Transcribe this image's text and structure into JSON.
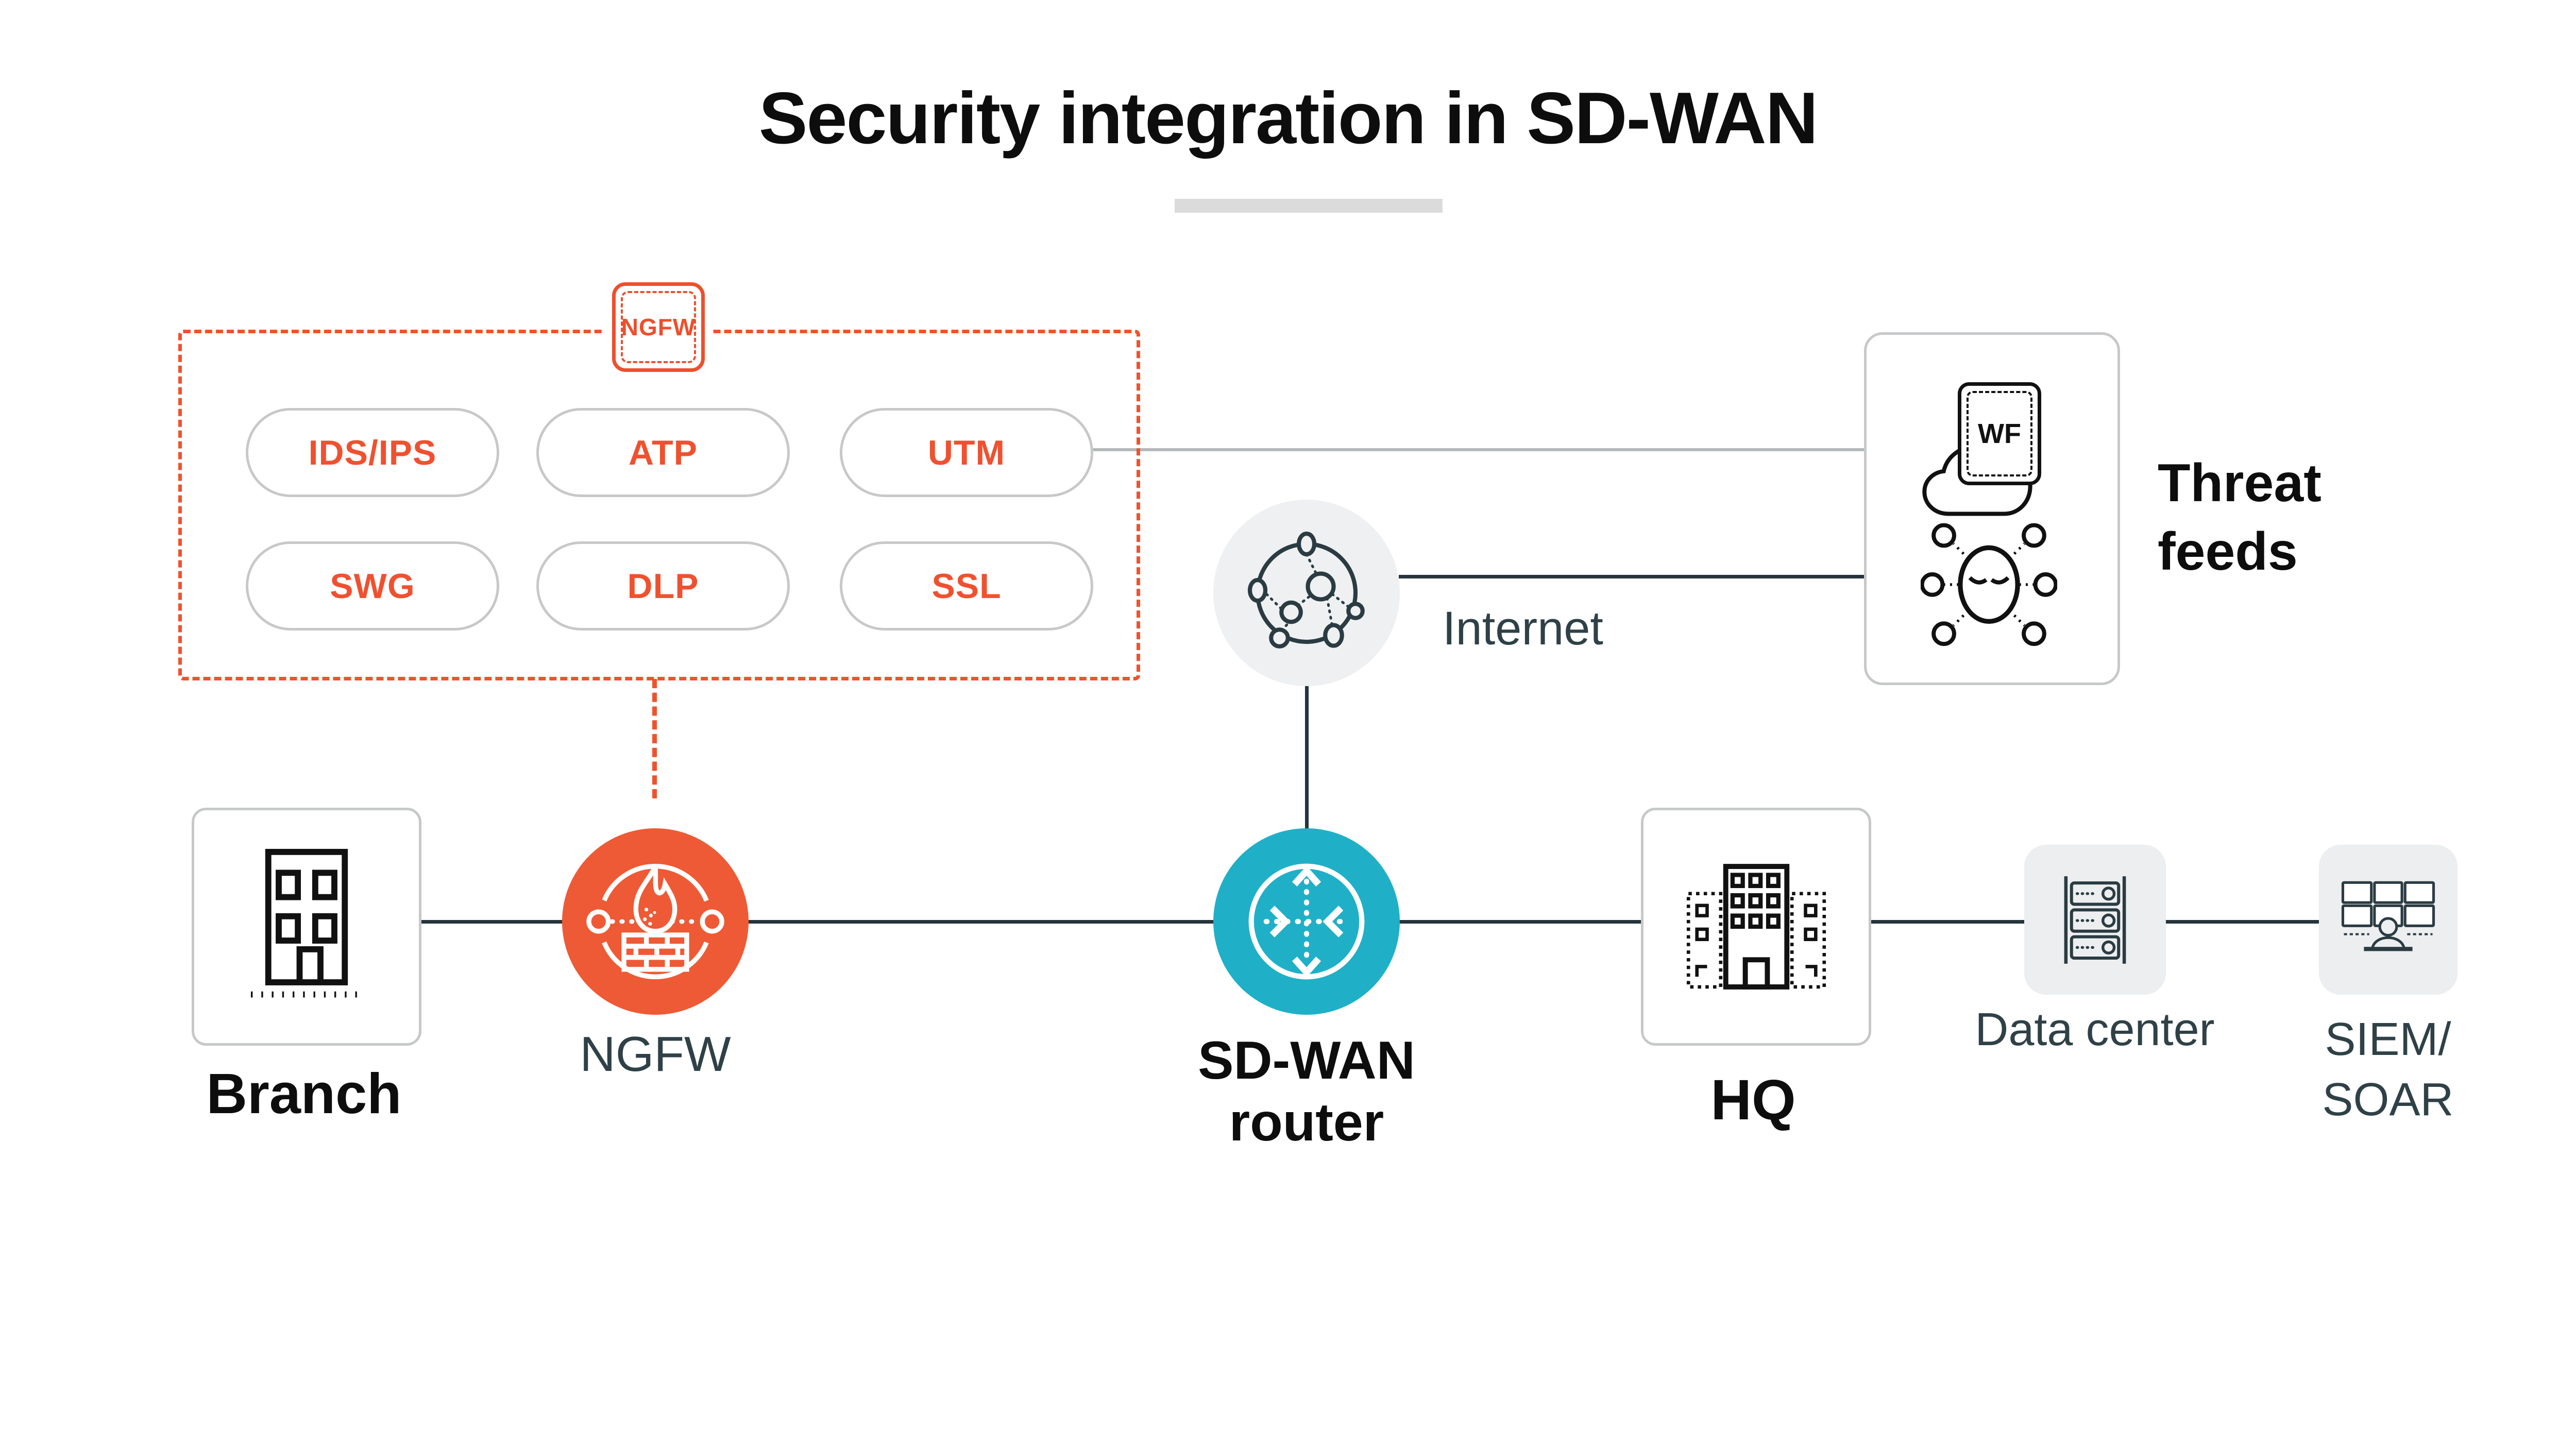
{
  "title": "Security integration in SD-WAN",
  "ngfw_tag": {
    "label": "NGFW"
  },
  "security_functions": {
    "items": [
      "IDS/IPS",
      "ATP",
      "UTM",
      "SWG",
      "DLP",
      "SSL"
    ]
  },
  "nodes": {
    "branch": {
      "label": "Branch"
    },
    "ngfw": {
      "label": "NGFW"
    },
    "internet": {
      "label": "Internet"
    },
    "sdwan_router": {
      "line1": "SD-WAN",
      "line2": "router"
    },
    "hq": {
      "label": "HQ"
    },
    "data_center": {
      "label": "Data center"
    },
    "siem_soar": {
      "line1": "SIEM/",
      "line2": "SOAR"
    },
    "threat_feeds": {
      "line1": "Threat",
      "line2": "feeds",
      "doc_label": "WF"
    }
  },
  "colors": {
    "orange": "#EE5A35",
    "orange_dash": "#F0522D",
    "teal": "#1FB0C8",
    "slate_line": "#25343C",
    "slate_icon": "#2B3B42",
    "slate_label": "#2F4147",
    "gray_connector": "#B5B8B9",
    "tile_gray": "#ECEEF0",
    "node_gray": "#EEF0F2",
    "border_gray": "#C6C8C9",
    "black": "#0D0D0D"
  }
}
